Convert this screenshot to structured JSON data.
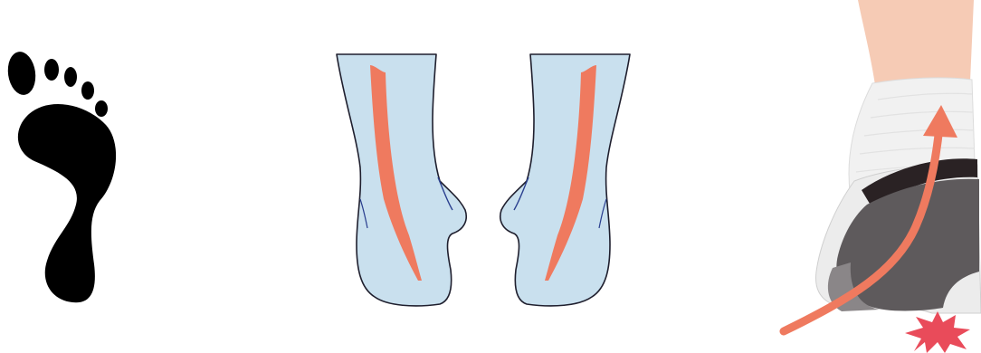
{
  "illustration": {
    "panels": [
      {
        "id": "footprint",
        "icon": "footprint-icon"
      },
      {
        "id": "legs",
        "icon": "ankle-pair-icon"
      },
      {
        "id": "shoe",
        "icon": "shoe-heel-impact-icon"
      }
    ],
    "colors": {
      "footprint": "#000000",
      "leg_fill": "#c9e0ee",
      "leg_outline": "#1f1f2e",
      "tendon_stripe": "#ef7a5f",
      "vein": "#2a3f8f",
      "skin": "#f6cbb5",
      "sock": "#f1f1f1",
      "shoe_dark": "#5e5a5c",
      "shoe_collar": "#2a2224",
      "arrow": "#ef7a5f",
      "impact_burst": "#e94b5a"
    }
  }
}
